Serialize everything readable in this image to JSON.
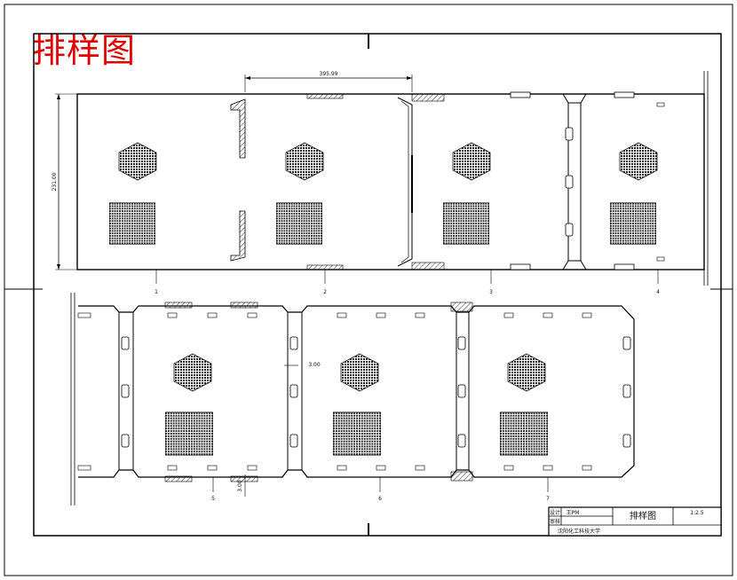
{
  "page_title": "排样图",
  "dimensions": {
    "top_width": "395.99",
    "left_height": "231.00",
    "gap_a": "3.00",
    "gap_b": "3.00"
  },
  "stations": [
    "1",
    "2",
    "3",
    "4",
    "5",
    "6",
    "7"
  ],
  "title_block": {
    "designer_label": "设计",
    "designer_name": "王PM",
    "checker_label": "审核",
    "drawing_title": "排样图",
    "scale": "1:2.5",
    "school": "沈阳化工科技大学"
  },
  "colors": {
    "line": "#000000",
    "title": "#e00000",
    "hatch": "#333333"
  }
}
